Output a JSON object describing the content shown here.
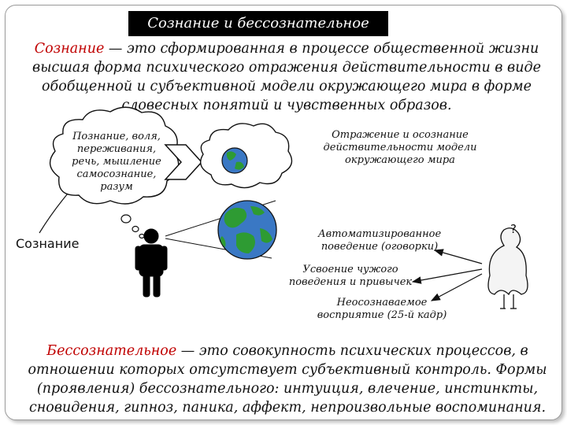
{
  "title": "Сознание и бессознательное",
  "consciousness_def": {
    "term": "Сознание",
    "text": " — это сформированная в процессе общественной жизни высшая форма психического отражения действительности в виде обобщенной и субъективной модели окружающего мира в форме словесных понятий и чувственных образов."
  },
  "cloud_text": "Познание, воля, переживания, речь, мышление самосознание, разум",
  "side_label": "Сознание",
  "reflection_text": "Отражение и осознание действительности модели окружающего мира",
  "question_mark": "?",
  "unconscious_items": [
    "Автоматизированное поведение (оговорки)",
    "Усвоение чужого поведения и привычек",
    "Неосознаваемое восприятие (25-й кадр)"
  ],
  "unconscious_def": {
    "term": "Бессознательное",
    "text": "  — это совокупность психических процессов, в отношении которых отсутствует субъективный контроль. Формы (проявления) бессознательного: интуиция, влечение, инстинкты, сновидения, гипноз, паника, аффект, непроизвольные воспоминания."
  },
  "colors": {
    "accent_red": "#c00000",
    "title_bg": "#000000",
    "ocean": "#3a78c4",
    "land": "#2e9b33"
  }
}
